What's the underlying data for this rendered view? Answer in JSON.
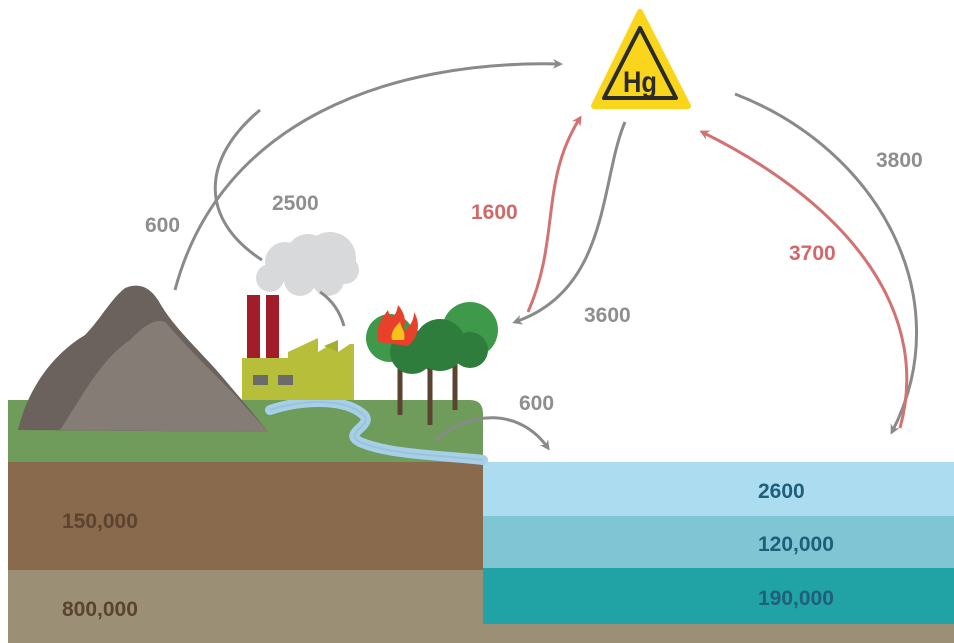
{
  "symbol": {
    "text": "Hg",
    "fill": "#f9d51c",
    "stroke": "#2b2b2b"
  },
  "colors": {
    "natural_flow": "#8a8a8a",
    "anthropogenic_flow": "#d27272",
    "natural_label": "#8e8e8e",
    "anthropogenic_label": "#d06a6a",
    "soil": "#8a6a4c",
    "deep_soil": "#9b9076",
    "grass": "#6f9c5a",
    "ocean_surface": "#acdcf0",
    "ocean_middle": "#7fc5d4",
    "ocean_deep": "#21a3a6",
    "ocean_label": "#1f5f7a",
    "land_label": "#5a4330"
  },
  "flows": {
    "volcano_to_atmosphere": "600",
    "industry_emissions": "2500",
    "fire_emission": "1600",
    "atmosphere_to_land": "3600",
    "ocean_evasion": "3700",
    "atmosphere_to_ocean": "3800",
    "river_to_ocean": "600"
  },
  "reservoirs": {
    "soil": "150,000",
    "deep_soil": "800,000",
    "ocean_surface": "2600",
    "ocean_intermediate": "120,000",
    "ocean_deep": "190,000"
  }
}
